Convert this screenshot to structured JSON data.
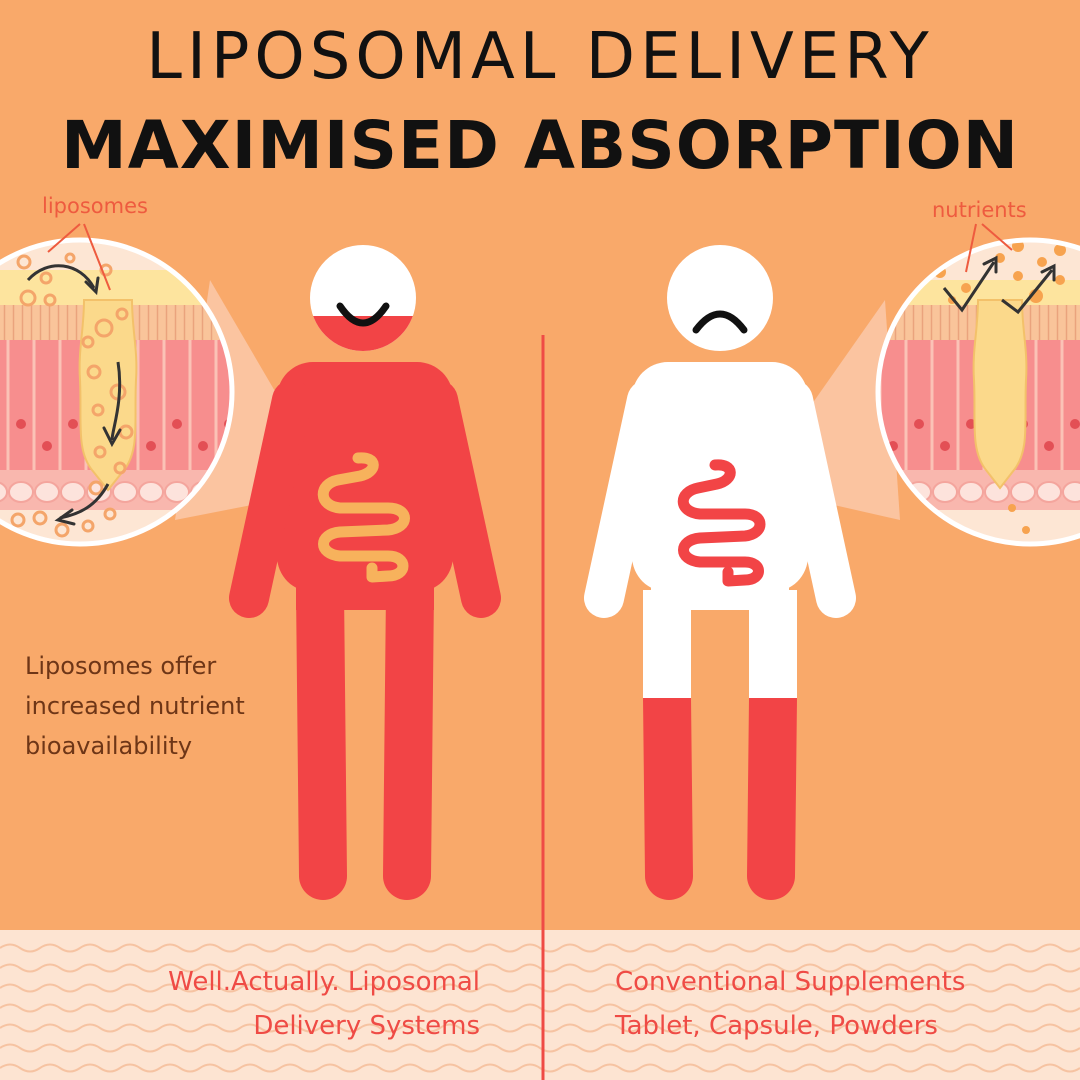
{
  "title": {
    "line1": "LIPOSOMAL DELIVERY",
    "line2": "MAXIMISED ABSORPTION"
  },
  "left": {
    "callout": "liposomes",
    "description_lines": [
      "Liposomes offer",
      "increased nutrient",
      "bioavailability"
    ],
    "caption_lines": [
      "Well.Actually. Liposomal",
      "Delivery Systems"
    ]
  },
  "right": {
    "callout": "nutrients",
    "caption_lines": [
      "Conventional Supplements",
      "Tablet, Capsule, Powders"
    ]
  },
  "colors": {
    "background": "#f9a96a",
    "bottom_band": "#fde4d2",
    "red": "#f24446",
    "divider": "#ef4b45",
    "intestine_yellow": "#f7b25c",
    "text_dark": "#111111",
    "description_text": "#6e3617",
    "callout_text": "#ee5b3f"
  }
}
